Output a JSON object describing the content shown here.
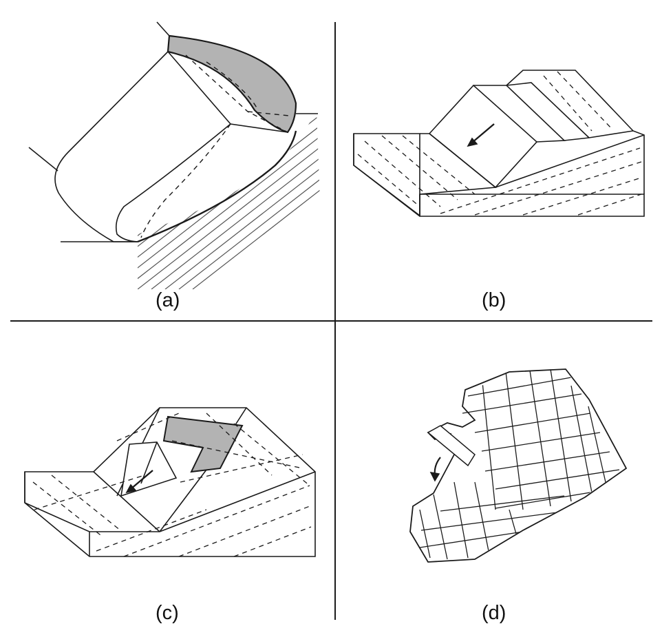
{
  "panels": [
    {
      "id": "a",
      "label": "(a)"
    },
    {
      "id": "b",
      "label": "(b)"
    },
    {
      "id": "c",
      "label": "(c)"
    },
    {
      "id": "d",
      "label": "(d)"
    }
  ],
  "colors": {
    "line": "#1a1a1a",
    "shade": "#b3b3b3",
    "background": "#ffffff"
  }
}
